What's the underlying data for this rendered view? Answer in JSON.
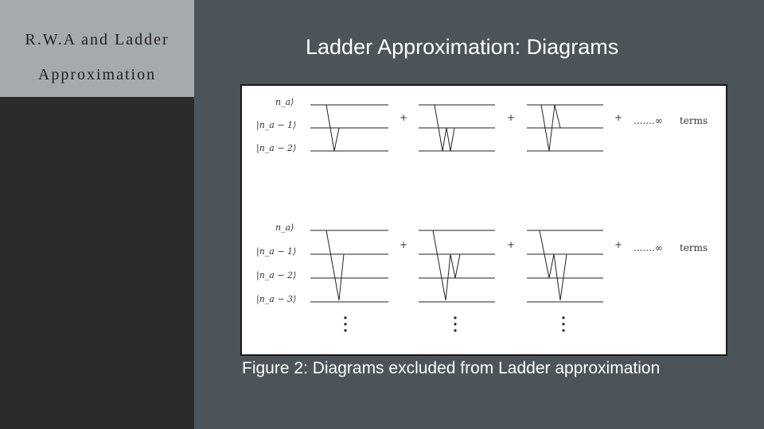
{
  "sidebar": {
    "title_line1": "R.W.A and Ladder",
    "title_line2": "Approximation"
  },
  "slide": {
    "title": "Ladder Approximation: Diagrams",
    "caption": "Figure 2: Diagrams excluded from Ladder approximation"
  },
  "figure": {
    "row1": {
      "levels": [
        "n_a⟩",
        "|n_a − 1⟩",
        "|n_a − 2⟩"
      ],
      "plus": "+",
      "continuation": ".......∞",
      "terms_label": "terms"
    },
    "row2": {
      "levels": [
        "n_a⟩",
        "|n_a − 1⟩",
        "|n_a − 2⟩",
        "|n_a − 3⟩"
      ],
      "plus": "+",
      "continuation": ".......∞",
      "terms_label": "terms"
    }
  }
}
